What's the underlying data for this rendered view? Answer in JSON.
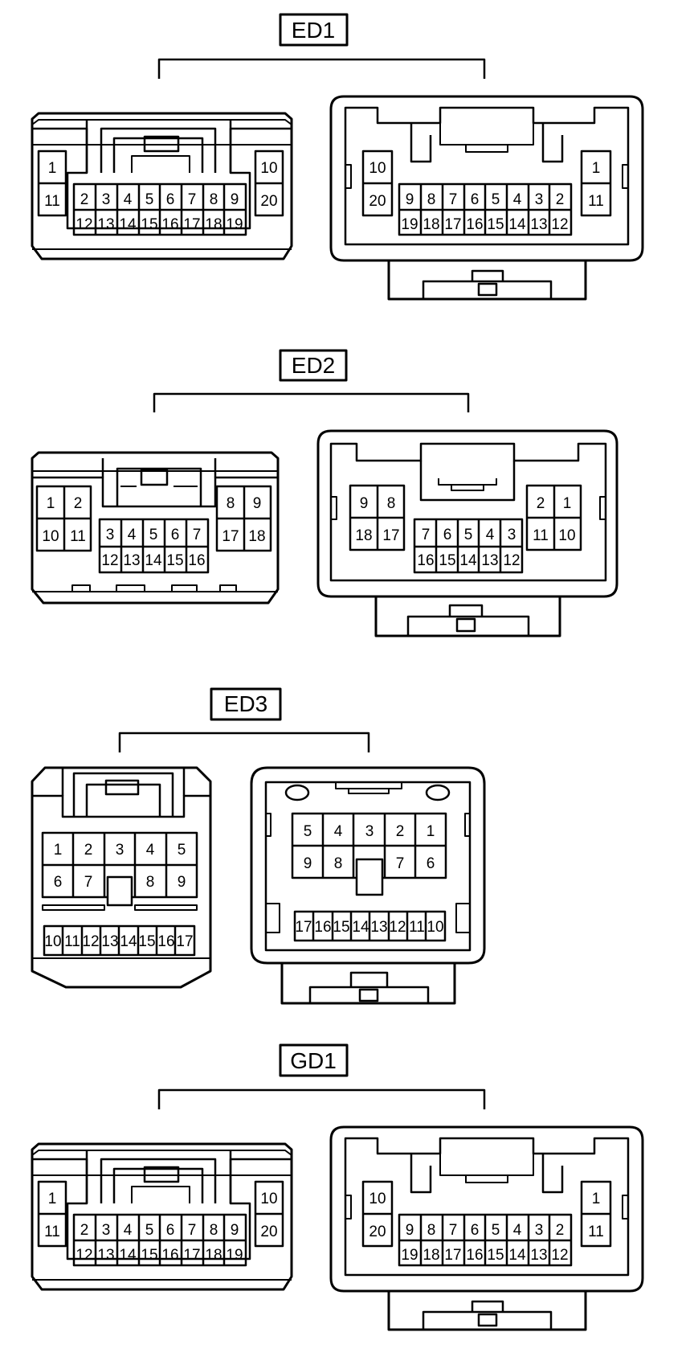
{
  "groups": [
    {
      "label": "ED1",
      "connectors": [
        {
          "side": "male",
          "rows": [
            [
              "1",
              "10"
            ],
            [
              "11",
              "2",
              "3",
              "4",
              "5",
              "6",
              "7",
              "8",
              "9",
              "20"
            ],
            [
              "12",
              "13",
              "14",
              "15",
              "16",
              "17",
              "18",
              "19"
            ]
          ]
        },
        {
          "side": "female",
          "rows": [
            [
              "10",
              "1"
            ],
            [
              "20",
              "9",
              "8",
              "7",
              "6",
              "5",
              "4",
              "3",
              "2",
              "11"
            ],
            [
              "19",
              "18",
              "17",
              "16",
              "15",
              "14",
              "13",
              "12"
            ]
          ]
        }
      ]
    },
    {
      "label": "ED2",
      "connectors": [
        {
          "side": "male",
          "rows": [
            [
              "1",
              "2",
              "8",
              "9"
            ],
            [
              "10",
              "11",
              "3",
              "4",
              "5",
              "6",
              "7",
              "17",
              "18"
            ],
            [
              "12",
              "13",
              "14",
              "15",
              "16"
            ]
          ]
        },
        {
          "side": "female",
          "rows": [
            [
              "9",
              "8",
              "2",
              "1"
            ],
            [
              "18",
              "17",
              "7",
              "6",
              "5",
              "4",
              "3",
              "11",
              "10"
            ],
            [
              "16",
              "15",
              "14",
              "13",
              "12"
            ]
          ]
        }
      ]
    },
    {
      "label": "ED3",
      "connectors": [
        {
          "side": "male",
          "rows": [
            [
              "1",
              "2",
              "3",
              "4",
              "5"
            ],
            [
              "6",
              "7",
              "8",
              "9"
            ],
            [
              "10",
              "11",
              "12",
              "13",
              "14",
              "15",
              "16",
              "17"
            ]
          ]
        },
        {
          "side": "female",
          "rows": [
            [
              "5",
              "4",
              "3",
              "2",
              "1"
            ],
            [
              "9",
              "8",
              "7",
              "6"
            ],
            [
              "17",
              "16",
              "15",
              "14",
              "13",
              "12",
              "11",
              "10"
            ]
          ]
        }
      ]
    },
    {
      "label": "GD1",
      "connectors": [
        {
          "side": "male",
          "rows": [
            [
              "1",
              "10"
            ],
            [
              "11",
              "2",
              "3",
              "4",
              "5",
              "6",
              "7",
              "8",
              "9",
              "20"
            ],
            [
              "12",
              "13",
              "14",
              "15",
              "16",
              "17",
              "18",
              "19"
            ]
          ]
        },
        {
          "side": "female",
          "rows": [
            [
              "10",
              "1"
            ],
            [
              "20",
              "9",
              "8",
              "7",
              "6",
              "5",
              "4",
              "3",
              "2",
              "11"
            ],
            [
              "19",
              "18",
              "17",
              "16",
              "15",
              "14",
              "13",
              "12"
            ]
          ]
        }
      ]
    }
  ]
}
